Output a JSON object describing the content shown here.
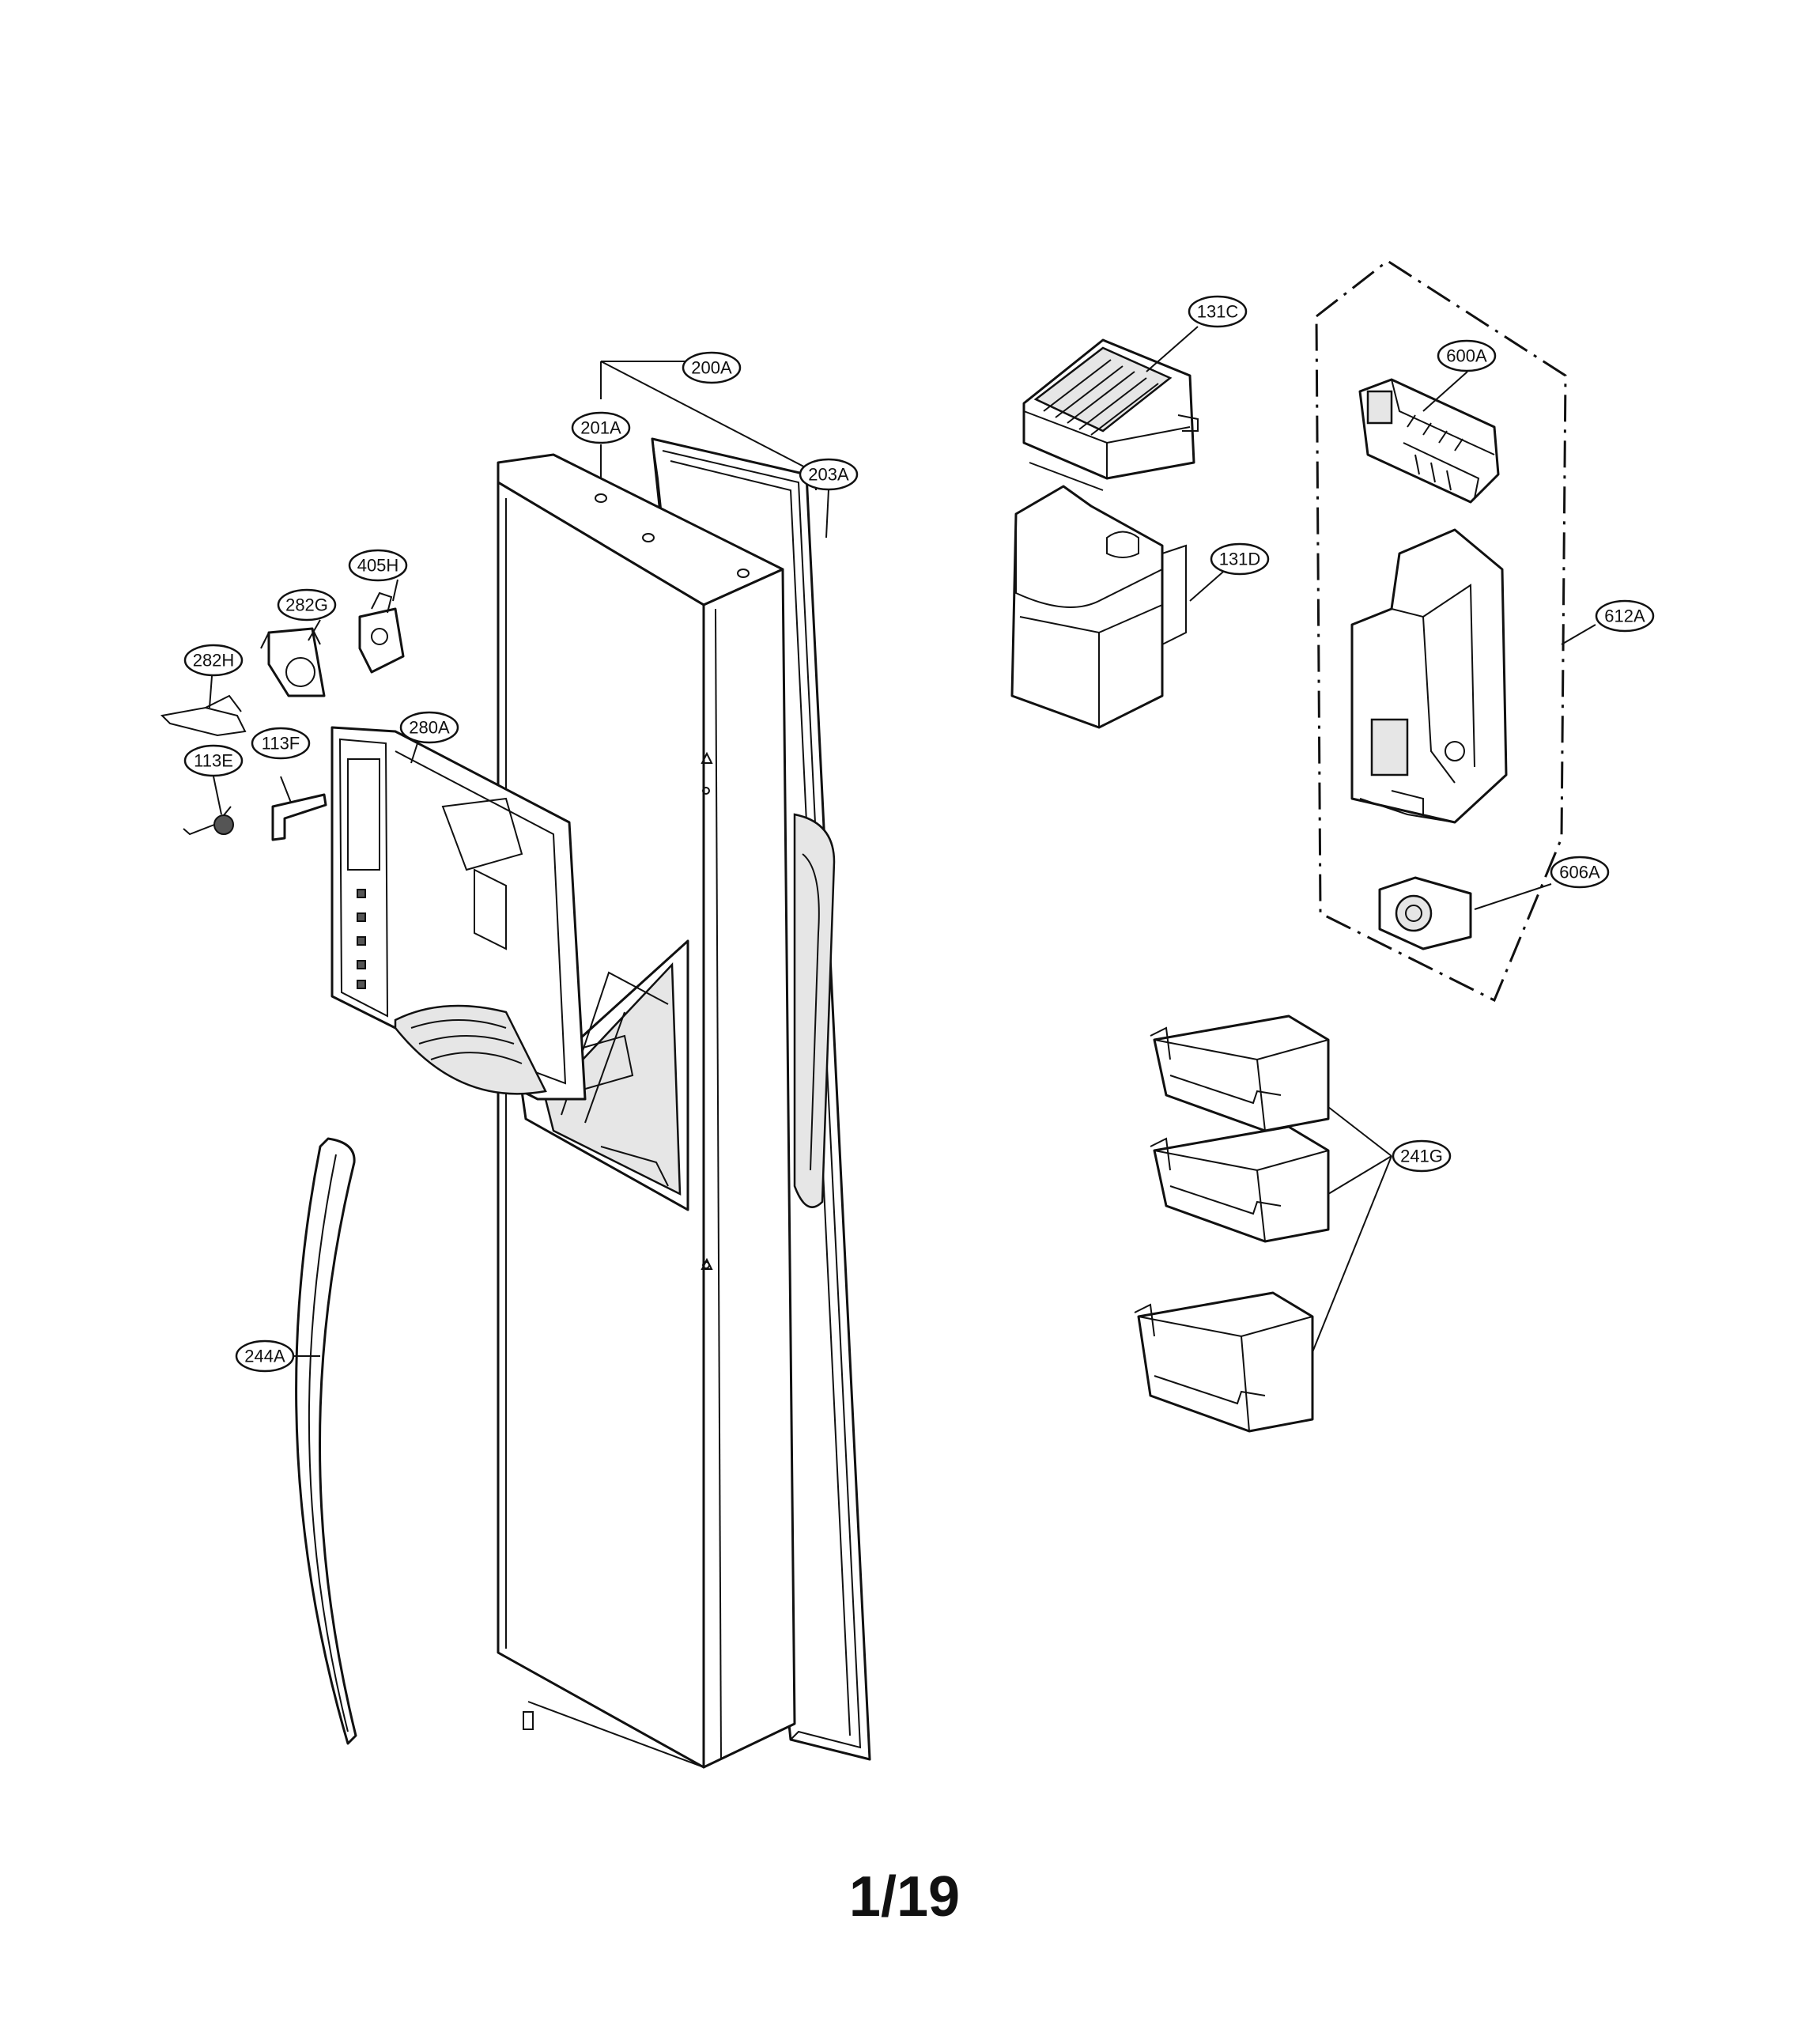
{
  "diagram": {
    "callouts": {
      "c200A": "200A",
      "c201A": "201A",
      "c203A": "203A",
      "c131C": "131C",
      "c131D": "131D",
      "c600A": "600A",
      "c612A": "612A",
      "c606A": "606A",
      "c405H": "405H",
      "c282G": "282G",
      "c282H": "282H",
      "c280A": "280A",
      "c113E": "113E",
      "c113F": "113F",
      "c241G": "241G",
      "c244A": "244A"
    },
    "page_number": "1/19"
  }
}
